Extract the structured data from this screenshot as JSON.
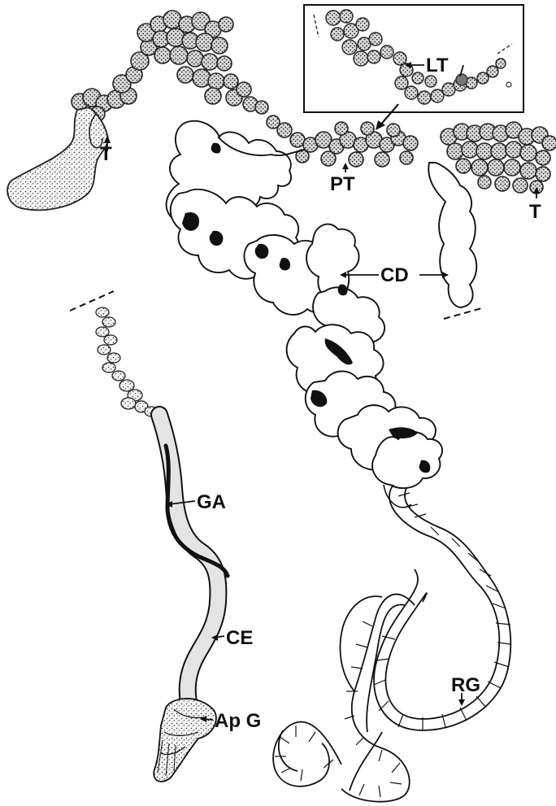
{
  "labels": {
    "t_left": "T",
    "t_right": "T",
    "pt": "PT",
    "lt": "LT",
    "cd": "CD",
    "ga": "GA",
    "ce": "CE",
    "apg": "Ap G",
    "rg": "RG"
  }
}
